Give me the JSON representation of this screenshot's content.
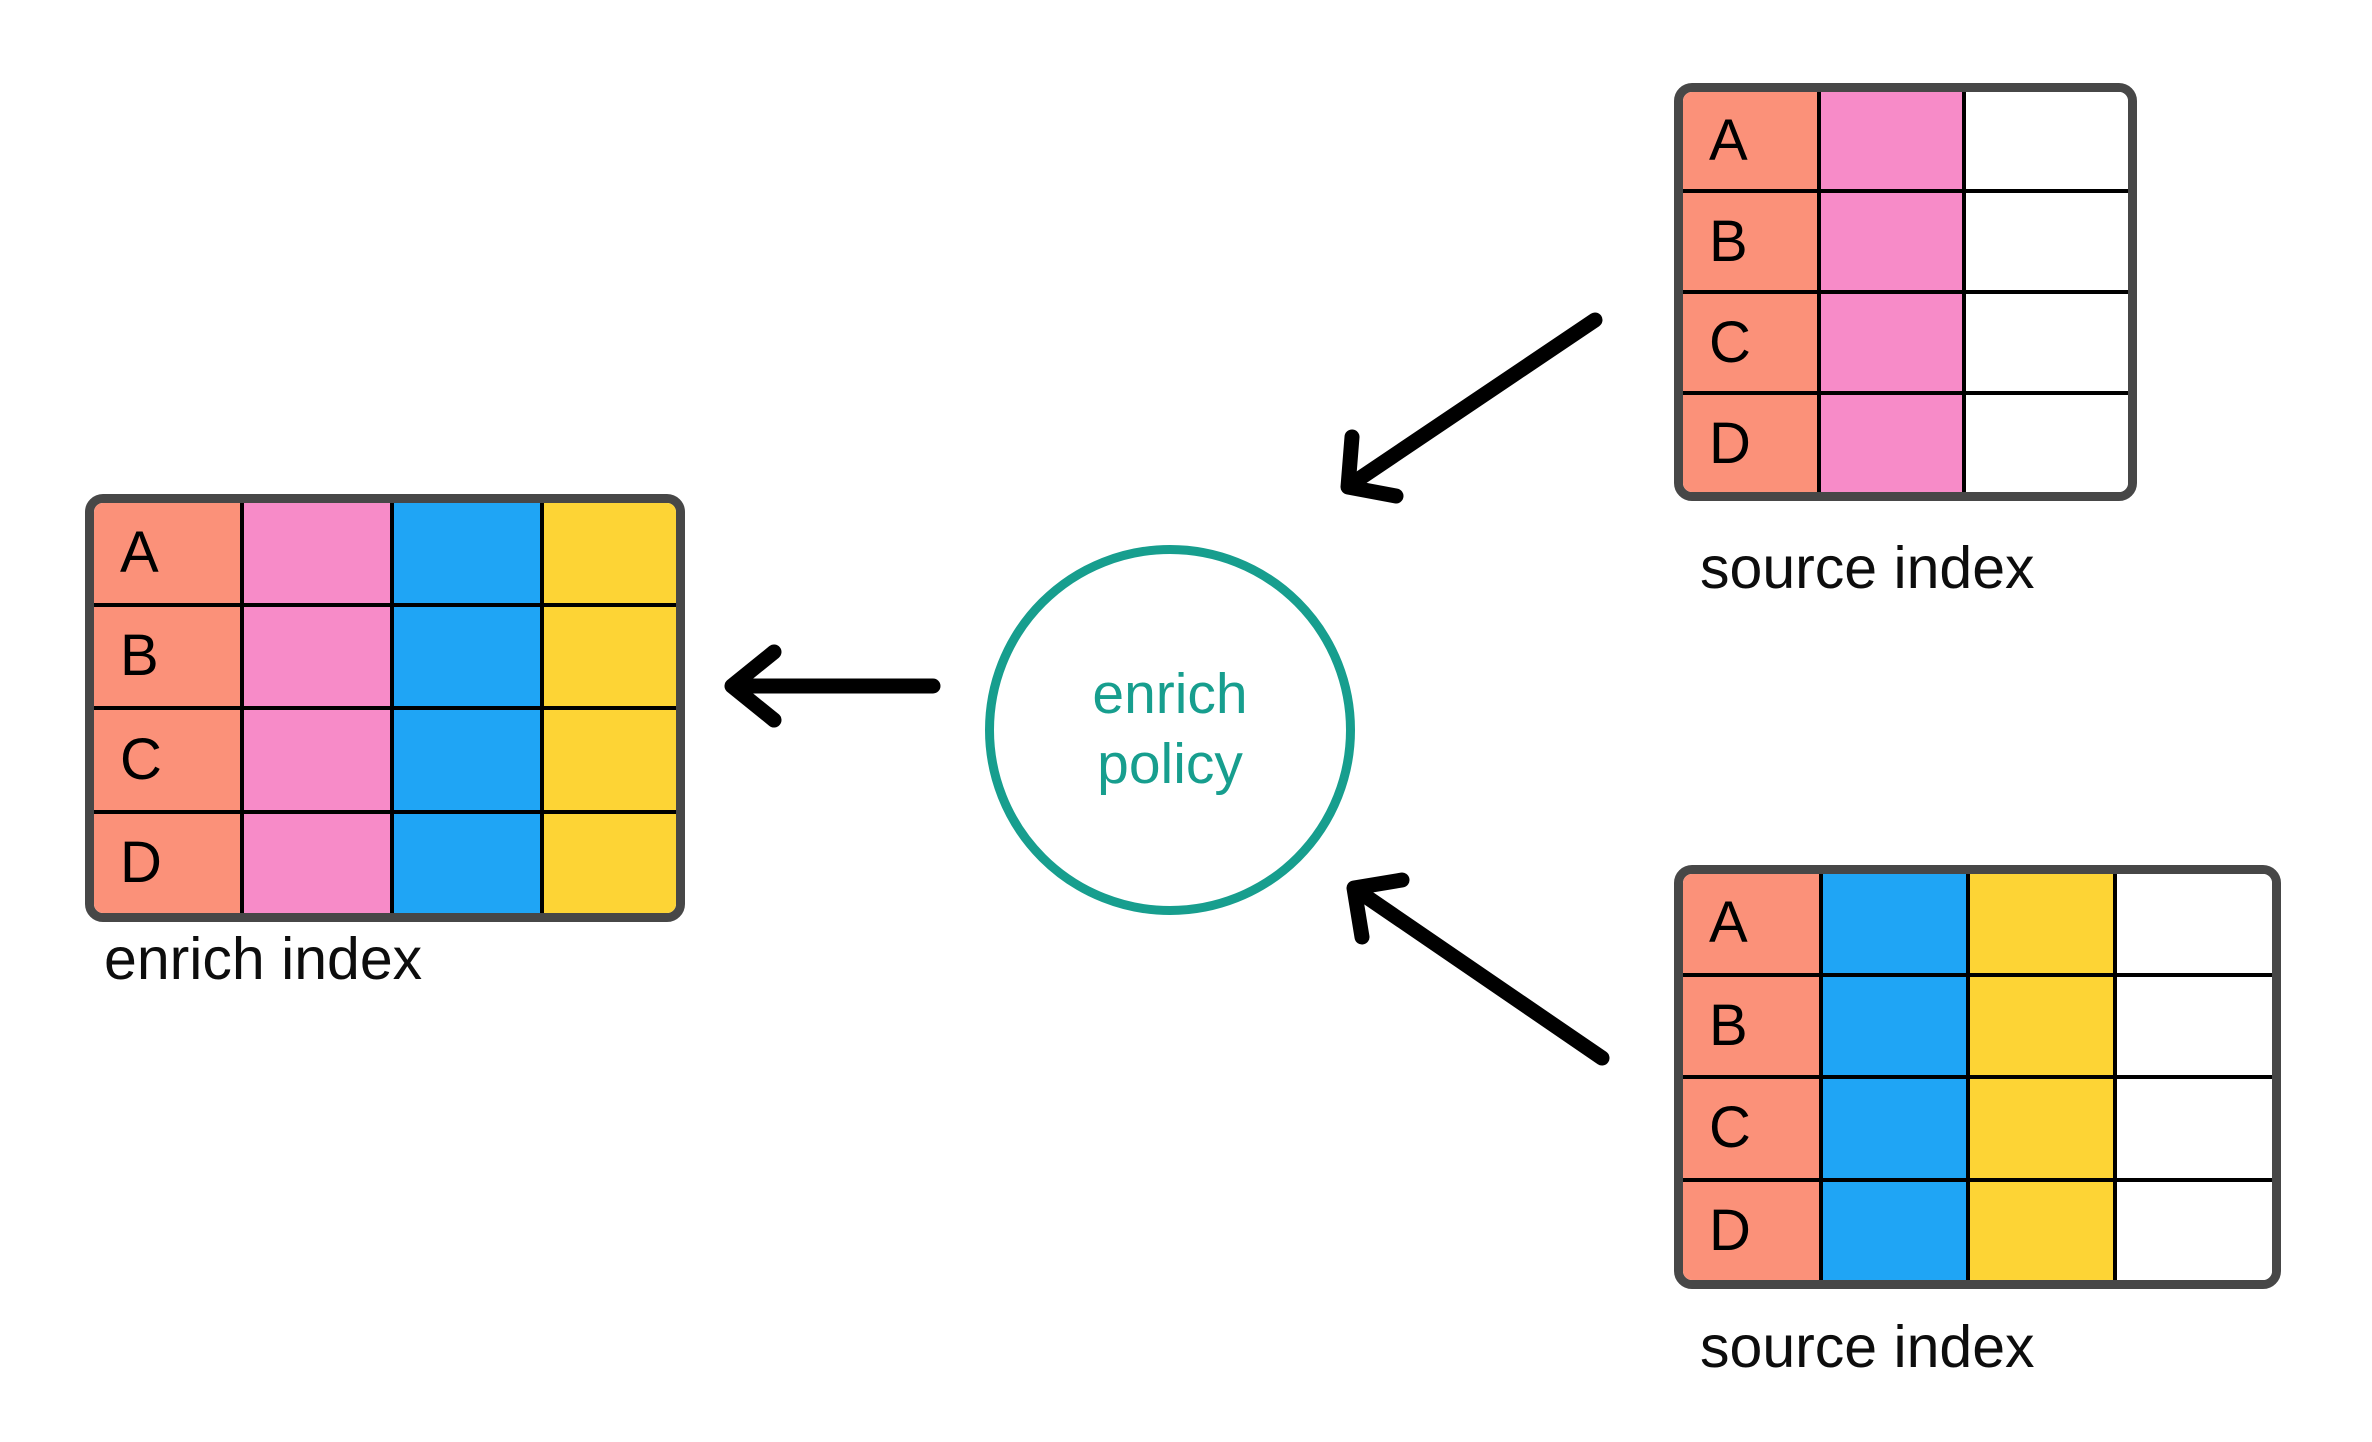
{
  "diagram": {
    "title": "enrich policy data flow",
    "background_color": "#ffffff",
    "palette": {
      "key_salmon": "#FB9179",
      "pink": "#F78BC8",
      "blue": "#1FA5F5",
      "yellow": "#FDD435",
      "empty_white": "#FFFFFF",
      "table_border": "#474747",
      "cell_line": "#000000",
      "accent_teal": "#179E8E",
      "arrow_black": "#000000"
    }
  },
  "enrich_index": {
    "caption": "enrich index",
    "row_keys": [
      "A",
      "B",
      "C",
      "D"
    ],
    "columns": [
      {
        "name": "key-column",
        "color": "#FB9179",
        "has_text": true
      },
      {
        "name": "pink-field-column",
        "color": "#F78BC8",
        "has_text": false
      },
      {
        "name": "blue-field-column",
        "color": "#1FA5F5",
        "has_text": false
      },
      {
        "name": "yellow-field-column",
        "color": "#FDD435",
        "has_text": false
      }
    ]
  },
  "source_index_top": {
    "caption": "source index",
    "row_keys": [
      "A",
      "B",
      "C",
      "D"
    ],
    "columns": [
      {
        "name": "key-column",
        "color": "#FB9179",
        "has_text": true
      },
      {
        "name": "pink-field-column",
        "color": "#F78BC8",
        "has_text": false
      },
      {
        "name": "empty-column",
        "color": "#FFFFFF",
        "has_text": false
      }
    ]
  },
  "source_index_bottom": {
    "caption": "source index",
    "row_keys": [
      "A",
      "B",
      "C",
      "D"
    ],
    "columns": [
      {
        "name": "key-column",
        "color": "#FB9179",
        "has_text": true
      },
      {
        "name": "blue-field-column",
        "color": "#1FA5F5",
        "has_text": false
      },
      {
        "name": "yellow-field-column",
        "color": "#FDD435",
        "has_text": false
      },
      {
        "name": "empty-column",
        "color": "#FFFFFF",
        "has_text": false
      }
    ]
  },
  "policy": {
    "line1": "enrich",
    "line2": "policy",
    "color": "#179E8E"
  },
  "arrows": [
    {
      "name": "arrow-top-source-to-policy",
      "direction": "down-left"
    },
    {
      "name": "arrow-bottom-source-to-policy",
      "direction": "up-left"
    },
    {
      "name": "arrow-policy-to-enrich-index",
      "direction": "left"
    }
  ]
}
